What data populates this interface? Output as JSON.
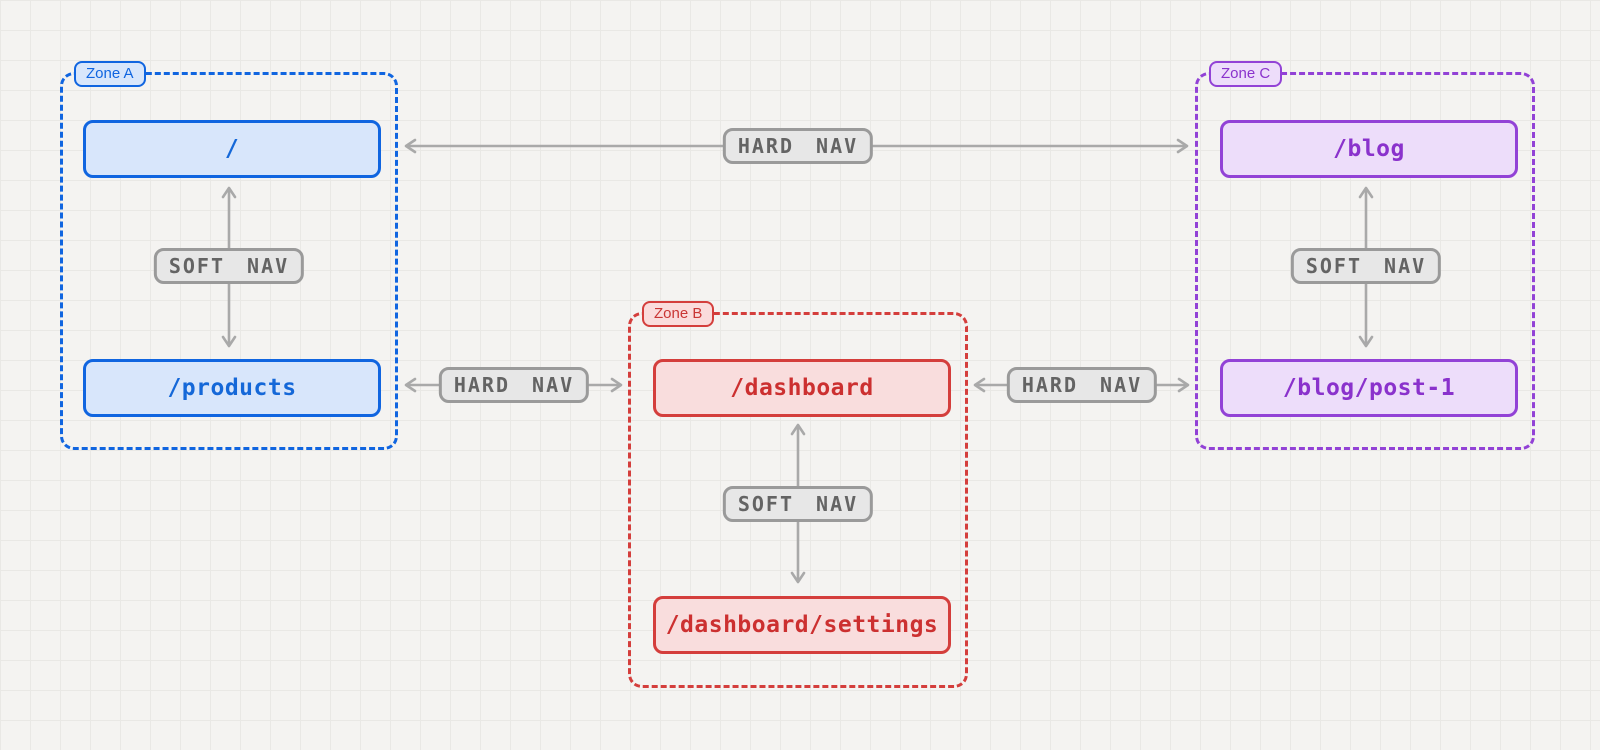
{
  "diagram": {
    "type": "navigation-zones",
    "zones": [
      {
        "label": "Zone A",
        "color": "blue",
        "accent": "#1065e0",
        "fill": "#d8e6fb",
        "nodes": [
          {
            "path": "/"
          },
          {
            "path": "/products"
          }
        ],
        "soft_nav": {
          "label": "SOFT NAV"
        }
      },
      {
        "label": "Zone B",
        "color": "red",
        "accent": "#d43e3c",
        "fill": "#f9dddd",
        "nodes": [
          {
            "path": "/dashboard"
          },
          {
            "path": "/dashboard/settings"
          }
        ],
        "soft_nav": {
          "label": "SOFT NAV"
        }
      },
      {
        "label": "Zone C",
        "color": "purple",
        "accent": "#9242d6",
        "fill": "#edddfa",
        "nodes": [
          {
            "path": "/blog"
          },
          {
            "path": "/blog/post-1"
          }
        ],
        "soft_nav": {
          "label": "SOFT NAV"
        }
      }
    ],
    "hard_nav": [
      {
        "label": "HARD NAV",
        "from": "/",
        "to": "/blog",
        "bidirectional": true
      },
      {
        "label": "HARD NAV",
        "from": "/products",
        "to": "/dashboard",
        "bidirectional": true
      },
      {
        "label": "HARD NAV",
        "from": "/dashboard",
        "to": "/blog/post-1",
        "bidirectional": true
      }
    ],
    "palette": {
      "background": "#f4f3f1",
      "grid_line": "#e9e8e5",
      "arrow": "#a9a9a9",
      "nav_label_bg": "#e7e7e7",
      "nav_label_border": "#9a9a9a",
      "nav_label_text": "#646464"
    }
  }
}
